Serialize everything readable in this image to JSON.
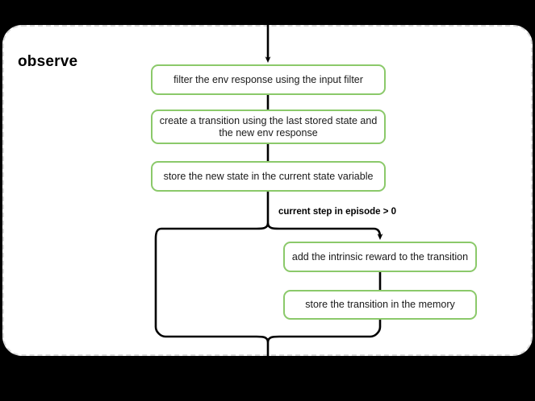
{
  "diagram": {
    "title": "observe",
    "type": "flowchart",
    "background_color": "#000000",
    "panel_color": "#ffffff",
    "panel_border_color": "#d9d9d9",
    "node_border_color": "#8bc96a",
    "edge_color": "#000000",
    "nodes": [
      {
        "id": "filter-env-response",
        "label": "filter the env response using the input filter"
      },
      {
        "id": "create-transition",
        "label": "create a transition using the last stored state and the new env response"
      },
      {
        "id": "store-new-state",
        "label": "store the new state in the current state variable"
      },
      {
        "id": "add-intrinsic-reward",
        "label": "add the intrinsic reward to the transition"
      },
      {
        "id": "store-transition",
        "label": "store the transition in the memory"
      }
    ],
    "edge_labels": [
      {
        "id": "current-step-condition",
        "label": "current step in episode > 0"
      }
    ]
  }
}
